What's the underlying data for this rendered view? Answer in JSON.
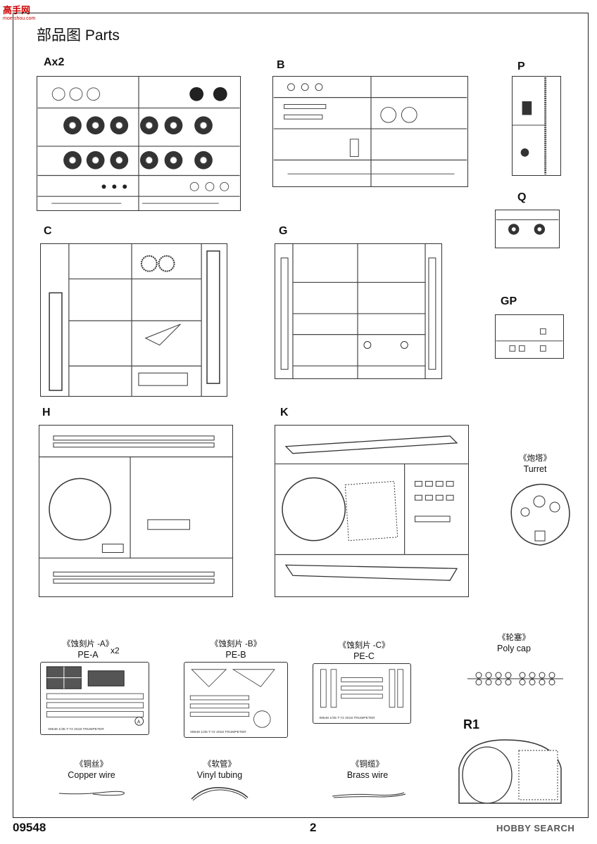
{
  "logo": {
    "main": "高手网",
    "sub": "moe-shou.com"
  },
  "page_title": "部品图  Parts",
  "sprues": [
    {
      "id": "A",
      "label": "Ax2"
    },
    {
      "id": "B",
      "label": "B"
    },
    {
      "id": "P",
      "label": "P"
    },
    {
      "id": "Q",
      "label": "Q"
    },
    {
      "id": "GP",
      "label": "GP"
    },
    {
      "id": "C",
      "label": "C"
    },
    {
      "id": "G",
      "label": "G"
    },
    {
      "id": "H",
      "label": "H"
    },
    {
      "id": "K",
      "label": "K"
    },
    {
      "id": "R1",
      "label": "R1"
    }
  ],
  "turret": {
    "cn": "《炮塔》",
    "en": "Turret"
  },
  "pe_a": {
    "cn": "《蚀刻片 -A》",
    "en": "PE-A",
    "count": "x2",
    "footer": "09548  1/35 T-72  2018 TRUMPETER",
    "mark": "A"
  },
  "pe_b": {
    "cn": "《蚀刻片 -B》",
    "en": "PE-B",
    "footer": "09548  1/35 T-72  2018 TRUMPETER"
  },
  "pe_c": {
    "cn": "《蚀刻片 -C》",
    "en": "PE-C",
    "footer": "09548  1/35 T-72  2018 TRUMPETER"
  },
  "poly_cap": {
    "cn": "《轮塞》",
    "en": "Poly cap"
  },
  "copper_wire": {
    "cn": "《铜丝》",
    "en": "Copper wire"
  },
  "vinyl_tubing": {
    "cn": "《软管》",
    "en": "Vinyl tubing"
  },
  "brass_wire": {
    "cn": "《铜缆》",
    "en": "Brass wire"
  },
  "footer": {
    "code": "09548",
    "page": "2",
    "watermark": "HOBBY SEARCH"
  }
}
